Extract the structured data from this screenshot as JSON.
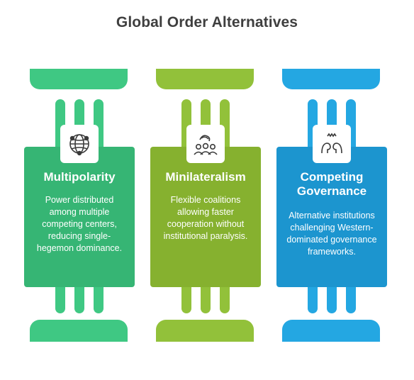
{
  "title": "Global Order Alternatives",
  "pillars": [
    {
      "title": "Multipolarity",
      "description": "Power distributed among multiple competing centers, reducing single-hegemon dominance.",
      "icon": "globe-network-icon",
      "color": "#36b574"
    },
    {
      "title": "Minilateralism",
      "description": "Flexible coalitions allowing faster cooperation without institutional paralysis.",
      "icon": "group-handshake-icon",
      "color": "#86b12f"
    },
    {
      "title": "Competing Governance",
      "description": "Alternative institutions challenging Western-dominated governance frameworks.",
      "icon": "competing-heads-icon",
      "color": "#1c95cf"
    }
  ]
}
